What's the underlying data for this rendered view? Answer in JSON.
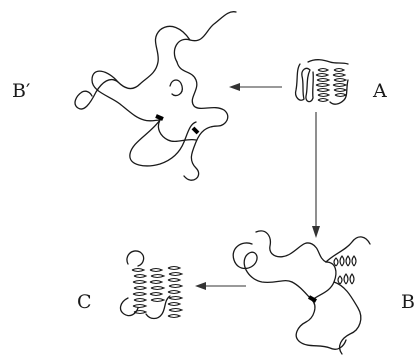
{
  "labels": {
    "a": "A",
    "b_prime": "B′",
    "b": "B",
    "c": "C"
  },
  "icons": {
    "folded_state": "folded-helix-bundle",
    "unfolded_state": "random-coil-with-disulfide",
    "intermediate_state": "partially-unfolded-coil",
    "refolded_state": "helix-bundle"
  },
  "colors": {
    "ink": "#1a1a1a",
    "background": "#ffffff"
  }
}
